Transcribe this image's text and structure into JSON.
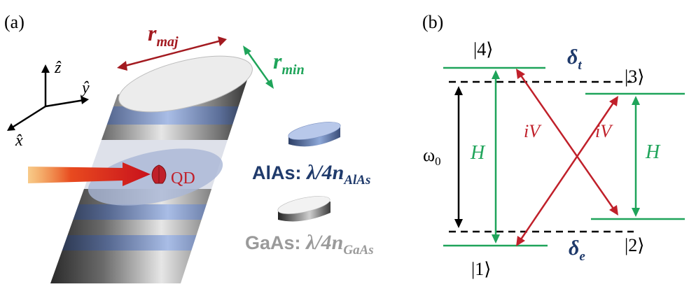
{
  "panel_a": {
    "label": "(a)",
    "axes": {
      "z": "ẑ",
      "y": "ŷ",
      "x": "x̂"
    },
    "r_major": {
      "main": "r",
      "sub": "maj"
    },
    "r_minor": {
      "main": "r",
      "sub": "min"
    },
    "qd_label": "QD",
    "alas": {
      "prefix": "AlAs: ",
      "formula": "λ/4n",
      "sub": "AlAs"
    },
    "gaas": {
      "prefix": "GaAs: ",
      "formula": "λ/4n",
      "sub": "GaAs"
    }
  },
  "panel_b": {
    "label": "(b)",
    "states": {
      "s4": "|4⟩",
      "s3": "|3⟩",
      "s2": "|2⟩",
      "s1": "|1⟩"
    },
    "delta_t": {
      "main": "δ",
      "sub": "t"
    },
    "delta_e": {
      "main": "δ",
      "sub": "e"
    },
    "omega0": {
      "main": "ω",
      "sub": "0"
    },
    "H_left": "H",
    "H_right": "H",
    "iV_left": "iV",
    "iV_right": "iV"
  },
  "colors": {
    "green": "#1fa45a",
    "red": "#c0202a",
    "dark_red": "#a31a20",
    "navy": "#1f3a6b",
    "alas_blue": "#8ea8d8",
    "gaas_gray": "#9a9a9a",
    "black": "#000000"
  }
}
